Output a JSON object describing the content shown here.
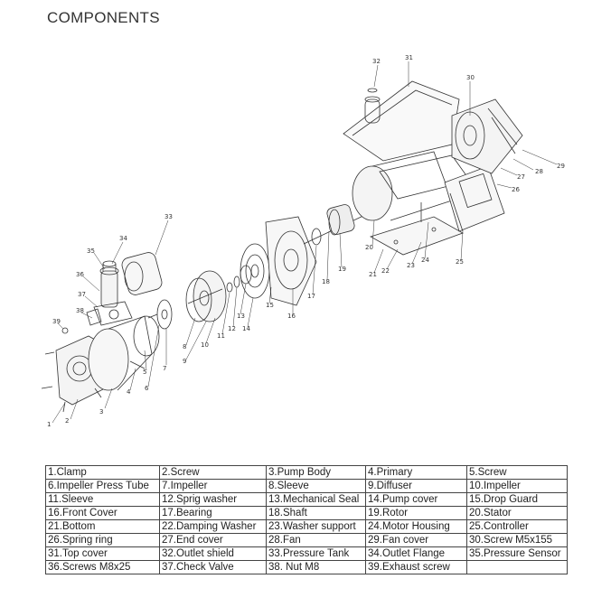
{
  "title": "COMPONENTS",
  "callouts": [
    "1",
    "2",
    "3",
    "4",
    "5",
    "6",
    "7",
    "8",
    "9",
    "10",
    "11",
    "12",
    "13",
    "14",
    "15",
    "16",
    "17",
    "18",
    "19",
    "20",
    "21",
    "22",
    "23",
    "24",
    "25",
    "26",
    "27",
    "28",
    "29",
    "30",
    "31",
    "32",
    "33",
    "34",
    "35",
    "36",
    "37",
    "38",
    "39"
  ],
  "parts_table": [
    [
      "1.Clamp",
      "2.Screw",
      "3.Pump Body",
      "4.Primary",
      "5.Screw"
    ],
    [
      "6.Impeller Press Tube",
      "7.Impeller",
      "8.Sleeve",
      "9.Diffuser",
      "10.Impeller"
    ],
    [
      "11.Sleeve",
      "12.Sprig washer",
      "13.Mechanical Seal",
      "14.Pump cover",
      "15.Drop Guard"
    ],
    [
      "16.Front Cover",
      "17.Bearing",
      "18.Shaft",
      "19.Rotor",
      "20.Stator"
    ],
    [
      "21.Bottom",
      "22.Damping Washer",
      "23.Washer support",
      "24.Motor Housing",
      "25.Controller"
    ],
    [
      "26.Spring ring",
      "27.End cover",
      "28.Fan",
      "29.Fan cover",
      "30.Screw M5x155"
    ],
    [
      "31.Top cover",
      "32.Outlet shield",
      "33.Pressure Tank",
      "34.Outlet Flange",
      "35.Pressure Sensor"
    ],
    [
      "36.Screws M8x25",
      "37.Check Valve",
      "38. Nut M8",
      "39.Exhaust screw",
      ""
    ]
  ]
}
